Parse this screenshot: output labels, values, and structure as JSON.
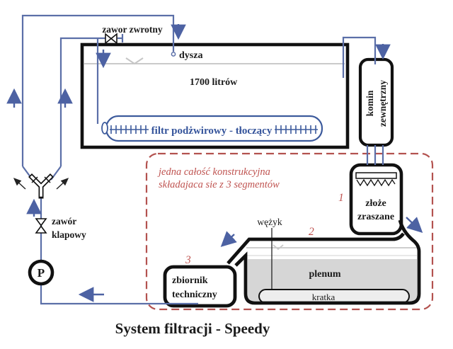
{
  "title": "System filtracji - Speedy",
  "colors": {
    "pipe_blue": "#5b6fa8",
    "arrow_blue": "#4d62a3",
    "filter_blue": "#35549b",
    "note_red": "#bf5350",
    "dashed_box_red": "#b3524f",
    "water_gray": "#d6d6d6",
    "outline_black": "#111111"
  },
  "labels": {
    "check_valve": "zawor zwrotny",
    "nozzle": "dysza",
    "volume": "1700 litrów",
    "filter": "filtr podżwirowy - tłoczący",
    "chimney_line1": "komin",
    "chimney_line2": "zewnętrzny",
    "note_line1": "jedna całość konstrukcyjna",
    "note_line2": "składajaca sie z 3 segmentów",
    "seg1_num": "1",
    "seg1_line1": "złoże",
    "seg1_line2": "zraszane",
    "seg2_num": "2",
    "seg2_label": "plenum",
    "grate": "kratka",
    "hose": "wężyk",
    "seg3_num": "3",
    "seg3_line1": "zbiornik",
    "seg3_line2": "techniczny",
    "flap_valve_line1": "zawór",
    "flap_valve_line2": "klapowy",
    "pump": "P"
  }
}
